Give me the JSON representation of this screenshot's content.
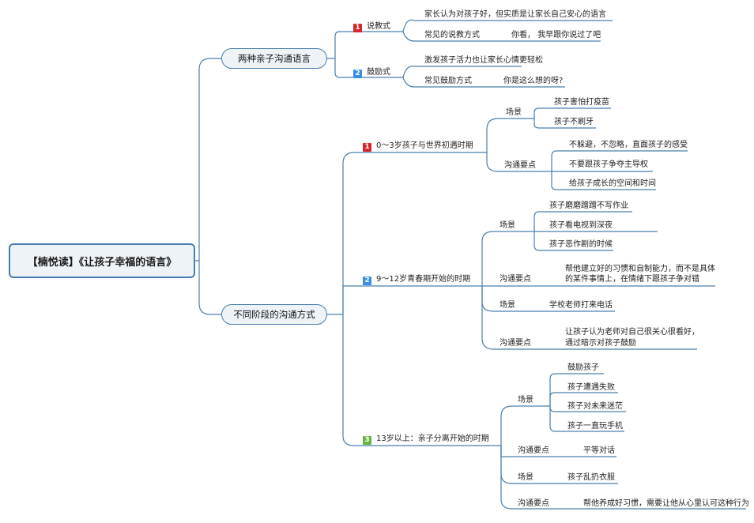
{
  "root": "【楠悦读】《让孩子幸福的语言》",
  "branch1": {
    "title": "两种亲子沟通语言",
    "sub1": {
      "num": "1",
      "label": "说教式",
      "leaf1": "家长认为对孩子好，但实质是让家长自己安心的语言",
      "leaf2": "常见的说教方式",
      "leaf2_child": "你看，  我早跟你说过了吧"
    },
    "sub2": {
      "num": "2",
      "label": "鼓励式",
      "leaf1": "激发孩子活力也让家长心情更轻松",
      "leaf2": "常见鼓励方式",
      "leaf2_child": "你是这么想的呀?"
    }
  },
  "branch2": {
    "title": "不同阶段的沟通方式",
    "stage1": {
      "num": "1",
      "label": "0～3岁孩子与世界初遇时期",
      "scene": "场景",
      "scene_items": [
        "孩子害怕打疫苗",
        "孩子不刷牙"
      ],
      "key": "沟通要点",
      "key_items": [
        "不躲避，不忽略，直面孩子的感受",
        "不要跟孩子争夺主导权",
        "给孩子成长的空间和时间"
      ]
    },
    "stage2": {
      "num": "2",
      "label": "9～12岁青春期开始的时期",
      "scene1": "场景",
      "scene1_items": [
        "孩子磨磨蹭蹭不写作业",
        "孩子看电视到深夜",
        "孩子恶作剧的时候"
      ],
      "key1": "沟通要点",
      "key1_lines": [
        "帮他建立好的习惯和自制能力，而不是具体",
        "的某件事情上，在情绪下跟孩子争对错"
      ],
      "scene2": "场景",
      "scene2_item": "学校老师打来电话",
      "key2": "沟通要点",
      "key2_lines": [
        "让孩子认为老师对自己很关心很看好，",
        "通过暗示对孩子鼓励"
      ]
    },
    "stage3": {
      "num": "3",
      "label": "13岁以上：亲子分离开始的时期",
      "scene1": "场景",
      "scene1_items": [
        "鼓励孩子",
        "孩子遭遇失败",
        "孩子对未来迷茫",
        "孩子一直玩手机"
      ],
      "key1": "沟通要点",
      "key1_item": "平等对话",
      "scene2": "场景",
      "scene2_item": "孩子乱扔衣服",
      "key2": "沟通要点",
      "key2_item": "帮他养成好习惯，需要让他从心里认可这种行为"
    }
  },
  "colors": {
    "line": "#4a7fae",
    "node_fill": "#eef3f8",
    "num1": "#d4262b",
    "num2": "#3a8ee6",
    "num3": "#6cb33f"
  }
}
